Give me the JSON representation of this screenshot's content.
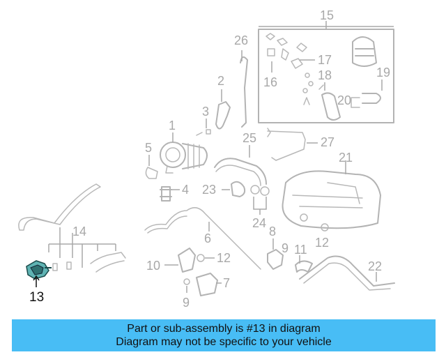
{
  "diagram": {
    "highlight_label": "13",
    "labels": {
      "p1": "1",
      "p2": "2",
      "p3": "3",
      "p4": "4",
      "p5": "5",
      "p6": "6",
      "p7": "7",
      "p8": "8",
      "p9a": "9",
      "p9b": "9",
      "p10": "10",
      "p11": "11",
      "p12a": "12",
      "p12b": "12",
      "p14": "14",
      "p15": "15",
      "p16": "16",
      "p17": "17",
      "p18": "18",
      "p19": "19",
      "p20": "20",
      "p21": "21",
      "p22": "22",
      "p23": "23",
      "p24": "24",
      "p25": "25",
      "p26": "26",
      "p27": "27"
    }
  },
  "banner": {
    "line1": "Part or sub-assembly is #13 in diagram",
    "line2": "Diagram may not be specific to your vehicle",
    "color": "#48bdf5"
  },
  "colors": {
    "part_stroke": "#b3b3b3",
    "highlight_part": "#3d8c8c"
  }
}
